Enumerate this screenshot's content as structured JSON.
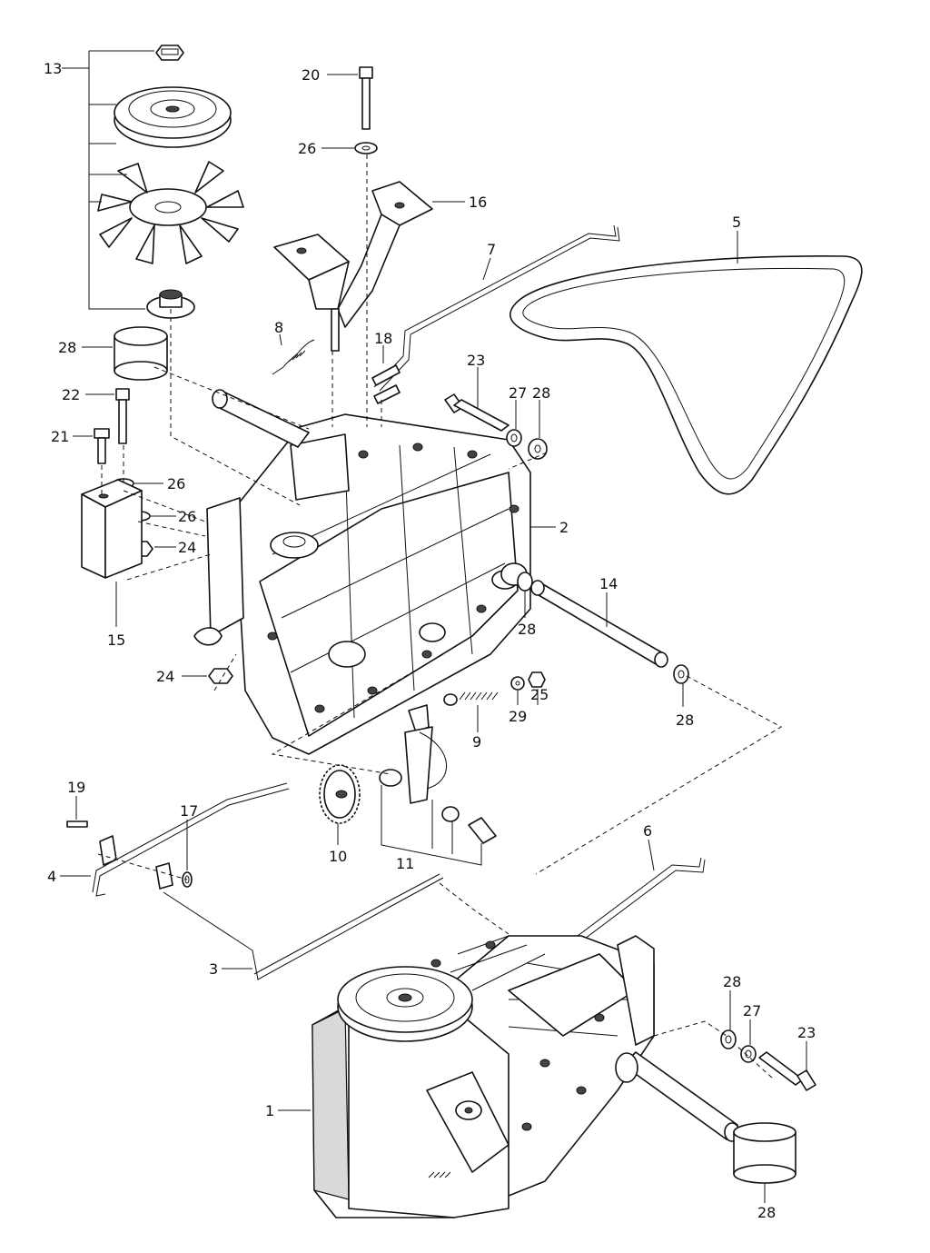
{
  "callouts": [
    {
      "id": "13"
    },
    {
      "id": "20"
    },
    {
      "id": "26a",
      "text": "26"
    },
    {
      "id": "16"
    },
    {
      "id": "5"
    },
    {
      "id": "7"
    },
    {
      "id": "8"
    },
    {
      "id": "18"
    },
    {
      "id": "28a",
      "text": "28"
    },
    {
      "id": "22"
    },
    {
      "id": "23a",
      "text": "23"
    },
    {
      "id": "27a",
      "text": "27"
    },
    {
      "id": "28b",
      "text": "28"
    },
    {
      "id": "21"
    },
    {
      "id": "26b",
      "text": "26"
    },
    {
      "id": "26c",
      "text": "26"
    },
    {
      "id": "24a",
      "text": "24"
    },
    {
      "id": "2"
    },
    {
      "id": "15"
    },
    {
      "id": "14"
    },
    {
      "id": "28c",
      "text": "28"
    },
    {
      "id": "24b",
      "text": "24"
    },
    {
      "id": "29"
    },
    {
      "id": "25"
    },
    {
      "id": "28d",
      "text": "28"
    },
    {
      "id": "9"
    },
    {
      "id": "19"
    },
    {
      "id": "17"
    },
    {
      "id": "10"
    },
    {
      "id": "11"
    },
    {
      "id": "4"
    },
    {
      "id": "6"
    },
    {
      "id": "3"
    },
    {
      "id": "28e",
      "text": "28"
    },
    {
      "id": "27b",
      "text": "27"
    },
    {
      "id": "23b",
      "text": "23"
    },
    {
      "id": "1"
    },
    {
      "id": "28f",
      "text": "28"
    }
  ],
  "labels": {
    "c13": "13",
    "c20": "20",
    "c26a": "26",
    "c16": "16",
    "c5": "5",
    "c7": "7",
    "c8": "8",
    "c18": "18",
    "c28a": "28",
    "c22": "22",
    "c23a": "23",
    "c27a": "27",
    "c28b": "28",
    "c21": "21",
    "c26b": "26",
    "c26c": "26",
    "c24a": "24",
    "c2": "2",
    "c15": "15",
    "c14": "14",
    "c28c": "28",
    "c24b": "24",
    "c29": "29",
    "c25": "25",
    "c28d": "28",
    "c9": "9",
    "c19": "19",
    "c17": "17",
    "c10": "10",
    "c11": "11",
    "c4": "4",
    "c6": "6",
    "c3": "3",
    "c28e": "28",
    "c27b": "27",
    "c23b": "23",
    "c1": "1",
    "c28f": "28"
  }
}
